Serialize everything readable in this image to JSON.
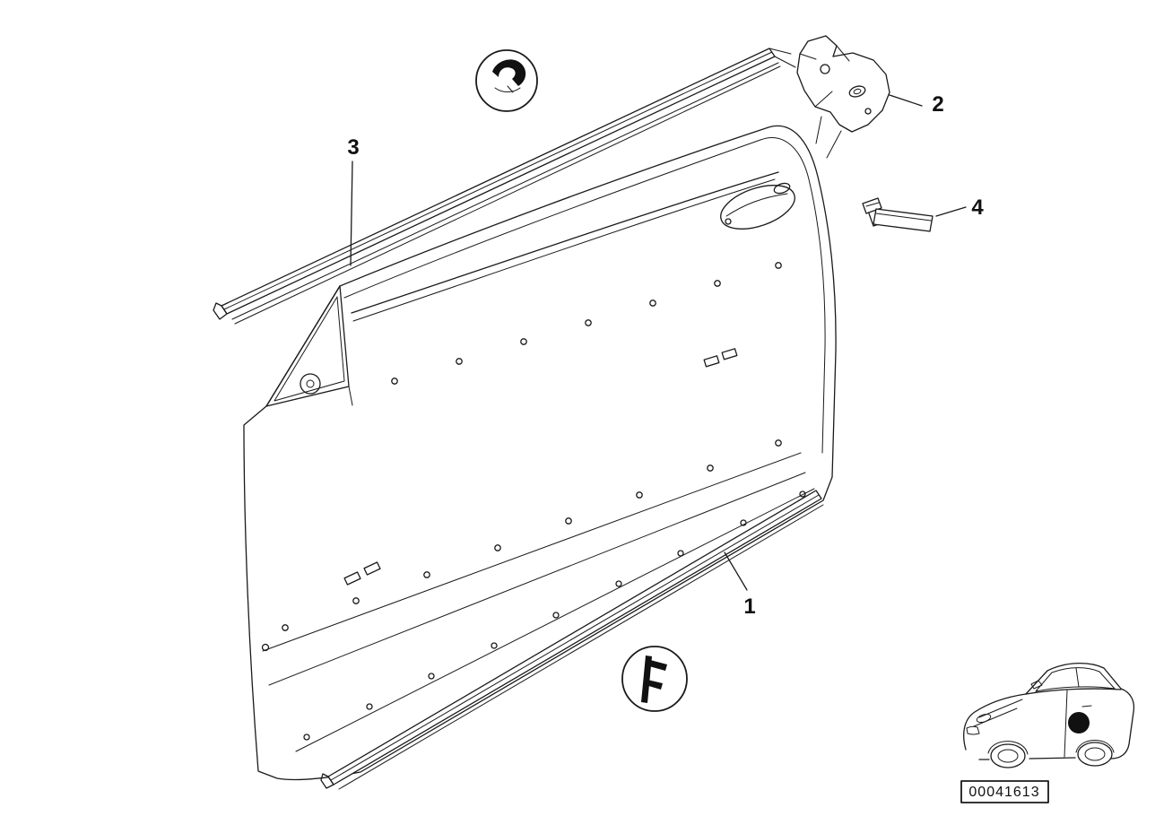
{
  "diagram": {
    "callouts": [
      {
        "label": "1"
      },
      {
        "label": "2"
      },
      {
        "label": "3"
      },
      {
        "label": "4"
      }
    ],
    "plate": {
      "number": "00041613"
    },
    "colors": {
      "line": "#1a1a1a",
      "background": "#ffffff",
      "location_dot": "#000000"
    }
  }
}
